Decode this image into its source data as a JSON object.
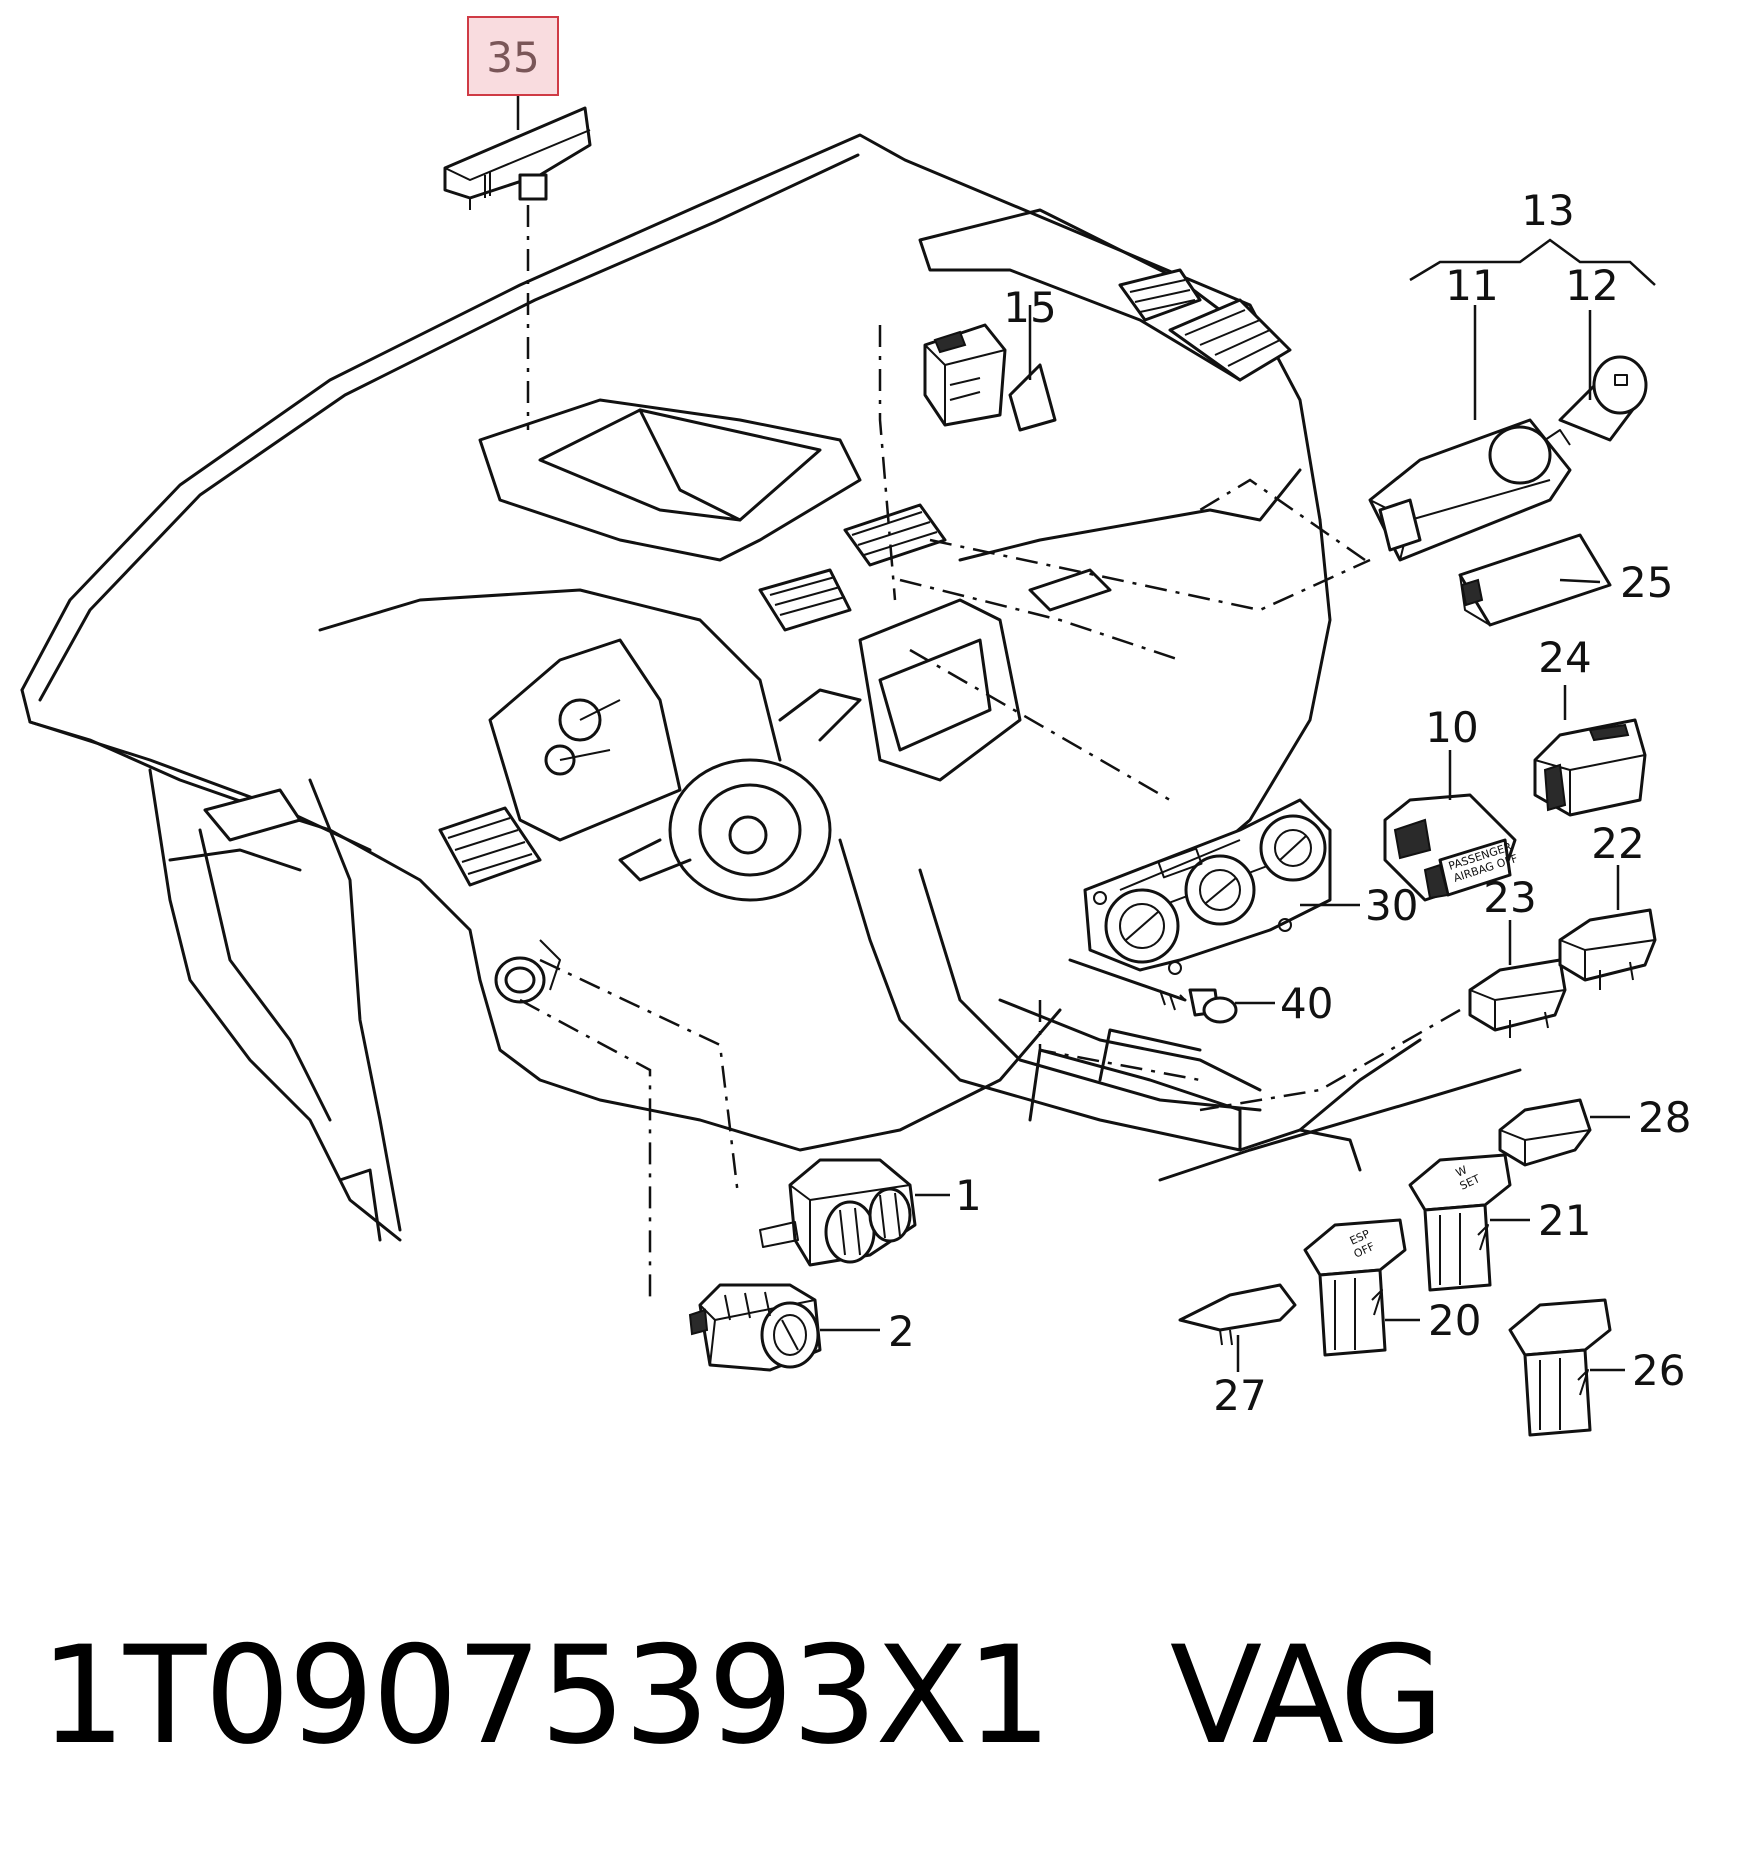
{
  "callouts": {
    "c35": "35",
    "c13": "13",
    "c11": "11",
    "c12": "12",
    "c15": "15",
    "c25": "25",
    "c24": "24",
    "c10": "10",
    "c22": "22",
    "c23": "23",
    "c30": "30",
    "c40": "40",
    "c28": "28",
    "c21": "21",
    "c20": "20",
    "c27": "27",
    "c26": "26",
    "c1": "1",
    "c2": "2"
  },
  "switch_labels": {
    "esp_line1": "ESP",
    "esp_line2": "OFF",
    "w_line1": "W",
    "w_line2": "SET"
  },
  "highlight": {
    "part": "35",
    "box_color": "#f9dcdf",
    "border_color": "#cf3b45"
  },
  "footer": {
    "part_number": "1T09075393X1",
    "brand": "VAG"
  }
}
